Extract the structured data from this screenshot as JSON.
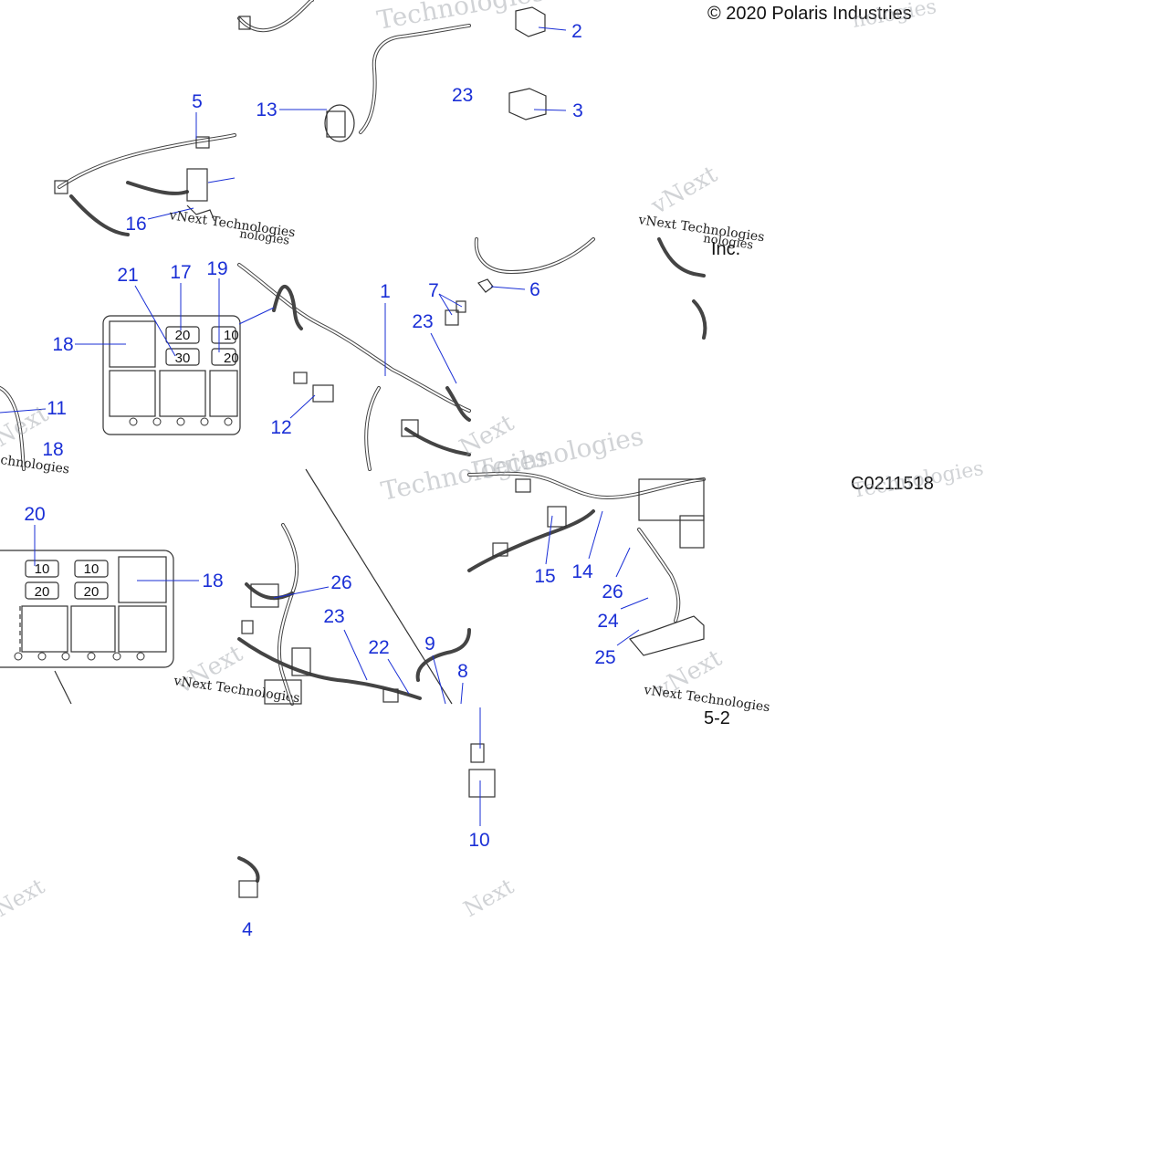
{
  "copyright": "© 2020 Polaris Industries",
  "company_suffix": "Inc.",
  "figure_code": "C0211518",
  "page_ref": "5-2",
  "watermarks": {
    "brand_full": "vNext Technologies",
    "brand_tech": "Technologies",
    "brand_next": "vNext",
    "brand_next_short": "Next",
    "brand_chnologies": "chnologies",
    "brand_nologies": "nologies"
  },
  "callouts": {
    "c1": "1",
    "c2": "2",
    "c3": "3",
    "c4": "4",
    "c5": "5",
    "c6": "6",
    "c7": "7",
    "c8": "8",
    "c9": "9",
    "c10": "10",
    "c11": "11",
    "c12": "12",
    "c13": "13",
    "c14": "14",
    "c15": "15",
    "c16": "16",
    "c17": "17",
    "c18a": "18",
    "c18b": "18",
    "c18c": "18",
    "c19": "19",
    "c20": "20",
    "c21": "21",
    "c22": "22",
    "c23a": "23",
    "c23b": "23",
    "c23c": "23",
    "c24": "24",
    "c25": "25",
    "c26a": "26",
    "c26b": "26"
  },
  "fuse_labels": {
    "top_a": "20",
    "top_b": "30",
    "top_c": "10",
    "top_d": "20",
    "bot_a": "10",
    "bot_b": "10",
    "bot_c": "20",
    "bot_d": "20"
  },
  "colors": {
    "callout": "#1a2fd6",
    "line": "#333333",
    "watermark": "#9aa0a6"
  }
}
